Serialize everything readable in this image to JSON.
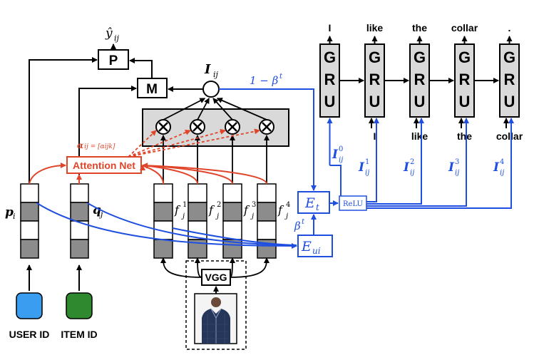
{
  "nodes": {
    "p_block": "P",
    "m_block": "M",
    "vgg_block": "VGG",
    "attention_net": "Attention Net",
    "relu": "ReLU",
    "y_hat": "ŷ",
    "y_hat_sub": "ij",
    "i_ij": "I",
    "i_ij_sub": "ij"
  },
  "gru": {
    "letters": [
      "G",
      "R",
      "U"
    ],
    "outputs": [
      "I",
      "like",
      "the",
      "collar",
      "."
    ],
    "inputs": [
      "",
      "I",
      "like",
      "the",
      "collar"
    ],
    "image_input_sups": [
      "0",
      "1",
      "2",
      "3",
      "4"
    ],
    "image_input_sub": "ij"
  },
  "labels": {
    "user_id": "USER ID",
    "item_id": "ITEM ID",
    "p_i": "p",
    "p_i_sub": "i",
    "q_j": "q",
    "q_j_sub": "j",
    "f_sup": [
      "1",
      "2",
      "3",
      "4"
    ],
    "f_base": "f",
    "f_sub": "j",
    "alpha_eq": "α",
    "alpha_rest": "ij = [αijk]",
    "one_minus_beta": "1 − β",
    "beta_sup": "t",
    "beta": "β",
    "e_t": "E",
    "e_t_sub": "t",
    "e_ui": "E",
    "e_ui_sub": "ui",
    "multiply_symbol": "⊗"
  },
  "colors": {
    "user_id": "#3a9df0",
    "item_id": "#2f8a2f",
    "blue_arrows": "#1f4fe0",
    "red_arrows": "#e0452a",
    "gray_fill": "#d9d9d9",
    "dark_cell": "#8c8c8c"
  }
}
